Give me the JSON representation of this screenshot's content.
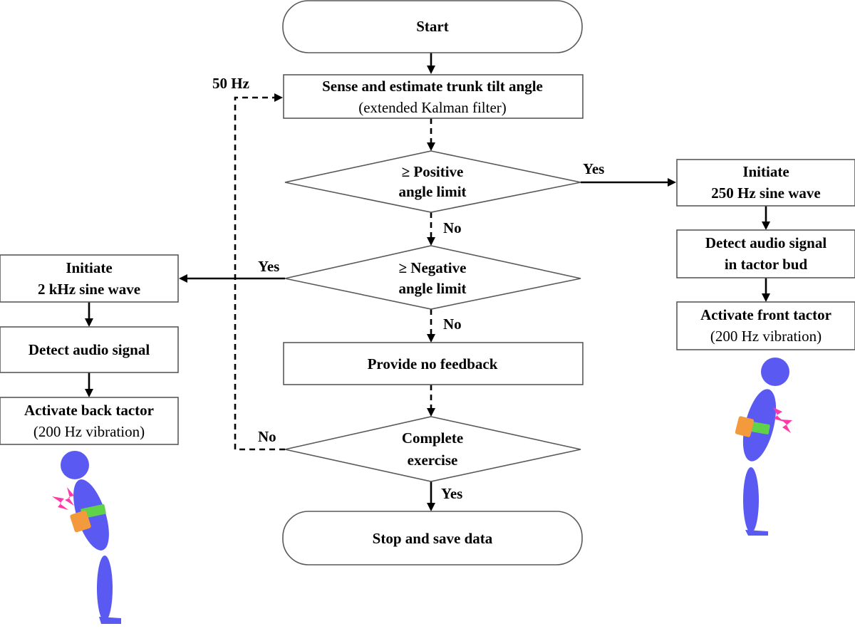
{
  "nodes": {
    "start": "Start",
    "sense_line1": "Sense and estimate trunk tilt angle",
    "sense_line2": "(extended Kalman filter)",
    "pos_line1": "≥ Positive",
    "pos_line2": "angle limit",
    "neg_line1": "≥ Negative",
    "neg_line2": "angle limit",
    "no_feedback": "Provide no feedback",
    "complete_line1": "Complete",
    "complete_line2": "exercise",
    "stop": "Stop and save data",
    "right_init_line1": "Initiate",
    "right_init_line2": "250 Hz sine wave",
    "right_detect_line1": "Detect audio signal",
    "right_detect_line2": "in tactor bud",
    "right_activate_line1": "Activate front tactor",
    "right_activate_line2": "(200 Hz vibration)",
    "left_init_line1": "Initiate",
    "left_init_line2": "2 kHz sine wave",
    "left_detect": "Detect audio signal",
    "left_activate_line1": "Activate back tactor",
    "left_activate_line2": "(200 Hz vibration)"
  },
  "edge_labels": {
    "loop_rate": "50 Hz",
    "pos_yes": "Yes",
    "pos_no": "No",
    "neg_yes": "Yes",
    "neg_no": "No",
    "complete_no": "No",
    "complete_yes": "Yes"
  },
  "figures": {
    "left": {
      "icon": "person-leaning-back-icon",
      "vibration": "zap-icon"
    },
    "right": {
      "icon": "person-leaning-forward-icon",
      "vibration": "zap-icon"
    }
  },
  "colors": {
    "figure_body": "#5a5af2",
    "belt": "#5fd24a",
    "tactor_unit": "#f39a3c",
    "vibration": "#ff3aa8"
  }
}
